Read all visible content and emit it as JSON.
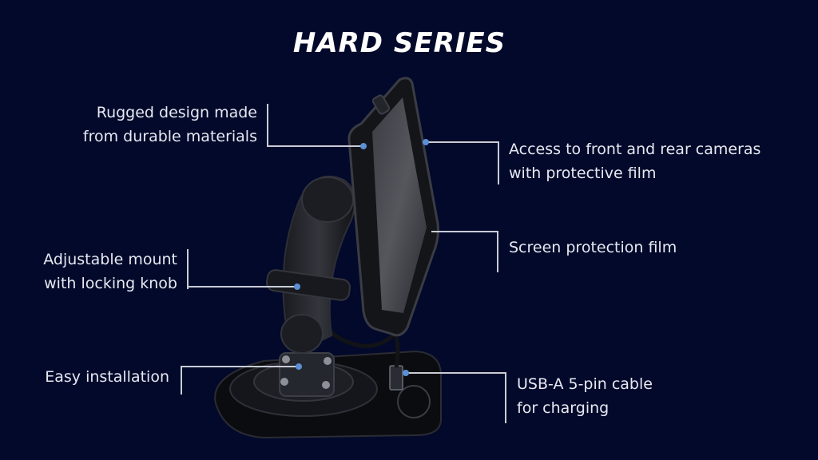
{
  "title": "HARD SERIES",
  "features": [
    {
      "lines": [
        "Rugged design made",
        "from durable materials"
      ]
    },
    {
      "lines": [
        "Adjustable mount",
        "with locking knob"
      ]
    },
    {
      "lines": [
        "Easy installation"
      ]
    },
    {
      "lines": [
        "Access to front and rear cameras",
        "with protective film"
      ]
    },
    {
      "lines": [
        "Screen protection film"
      ]
    },
    {
      "lines": [
        "USB-A 5-pin cable",
        "for charging"
      ]
    }
  ],
  "colors": {
    "background": "#03092a",
    "callout_dot": "#5b8fd6",
    "callout_line": "#c9ccd6"
  }
}
